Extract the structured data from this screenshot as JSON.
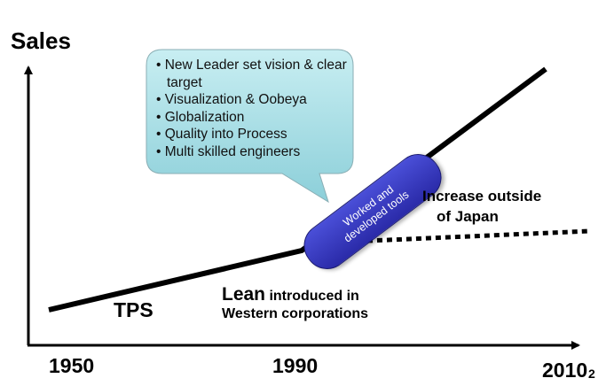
{
  "y_axis_label": "Sales",
  "x_axis_ticks": [
    "1950",
    "1990",
    "2010"
  ],
  "page_number": "2",
  "labels": {
    "tps": "TPS",
    "lean_big": "Lean",
    "lean_rest": " introduced in",
    "lean_line2": "Western corporations",
    "increase_line1": "Increase outside",
    "increase_line2": "of Japan"
  },
  "callout": {
    "items": [
      "• New Leader set vision & clear target",
      "• Visualization & Oobeya",
      "• Globalization",
      "• Quality into Process",
      "• Multi skilled engineers"
    ]
  },
  "pill": {
    "line1": "Worked and",
    "line2": "developed tools"
  },
  "colors": {
    "bubble": "#a8dde6",
    "pill": "#3a3ac8",
    "line": "#000000"
  }
}
